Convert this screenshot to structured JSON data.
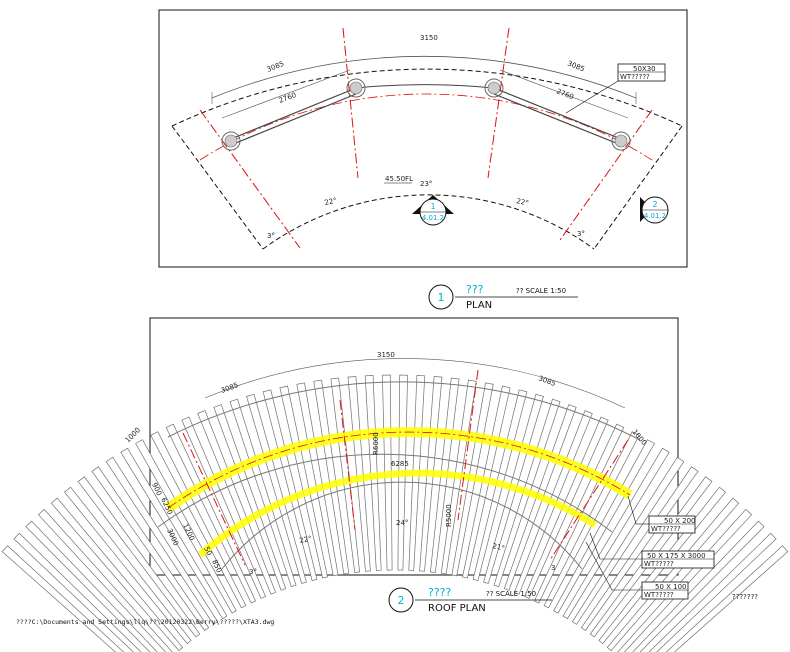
{
  "colors": {
    "frame": "#111111",
    "center_line": "#e01010",
    "arc": "#555555",
    "highlight": "#ffff00",
    "highlight_edge": "#c8c800",
    "callout": "#00b0d8",
    "slat": "#707070"
  },
  "plan": {
    "dims": {
      "top_chord": "3150",
      "left_chord": "3085",
      "right_chord": "3085",
      "left_beam": "2760",
      "right_beam": "2760",
      "angle_left": "22°",
      "angle_mid": "23°",
      "angle_right": "22°",
      "angle_small_left": "3°",
      "angle_small_right": "3°"
    },
    "level_mark": "45.50FL",
    "section_mark_1": {
      "num": "1",
      "ref": "4.01.2"
    },
    "section_mark_2": {
      "num": "2",
      "ref": "4.01.2"
    },
    "tag": {
      "size": "50X30",
      "code": "WT?????"
    }
  },
  "plan_title": {
    "number": "1",
    "cn_title": "???",
    "en_title": "PLAN",
    "scale": "?? SCALE 1:50"
  },
  "roof": {
    "dims": {
      "top_chord": "3150",
      "left_chord": "3085",
      "right_chord": "3085",
      "left_end": "1000",
      "right_end": "1000",
      "radius_1": "R6000",
      "radius_2": "R5000",
      "arc_len": "6285",
      "side_1": "900",
      "side_2": "6250",
      "side_3": "1200",
      "side_4": "3000",
      "side_5": "50",
      "side_6": "850",
      "angle_left": "22°",
      "angle_mid": "24°",
      "angle_right": "21°",
      "angle_small_left": "3°",
      "angle_small_right": "3"
    },
    "tags": [
      {
        "size": "50 X 200",
        "code": "WT?????"
      },
      {
        "size": "50 X 175 X 3000",
        "code": "WT?????"
      },
      {
        "size": "50 X 100",
        "code": "WT?????"
      }
    ],
    "side_note": "???????"
  },
  "roof_title": {
    "number": "2",
    "cn_title": "????",
    "en_title": "ROOF PLAN",
    "scale": "?? SCALE 1:50"
  },
  "file_path": "????C:\\Documents and Settings\\llq\\??\\20120322\\Berry\\?????\\XTA3.dwg"
}
